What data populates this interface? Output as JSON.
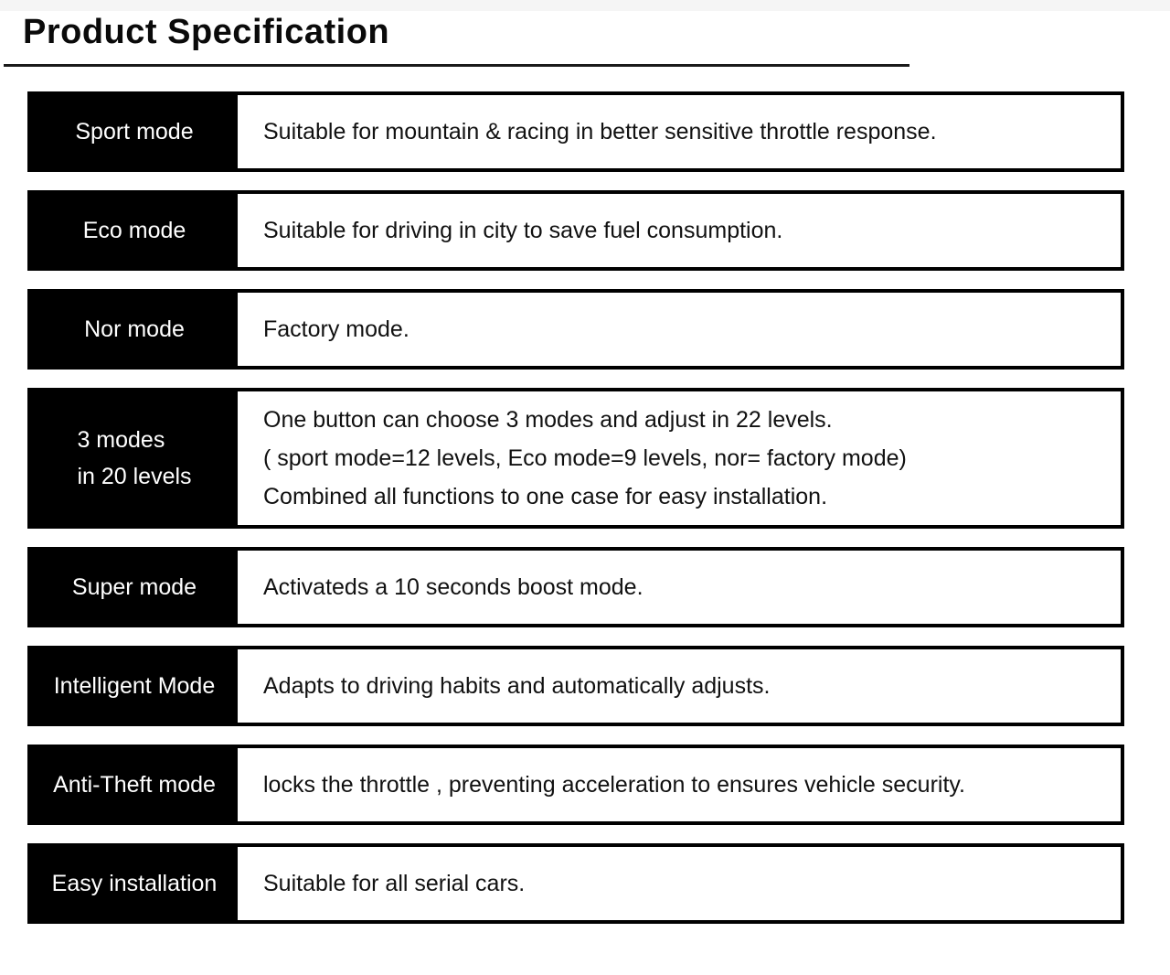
{
  "title": "Product Specification",
  "colors": {
    "label_background": "#000000",
    "label_text": "#ffffff",
    "border": "#000000",
    "body_text": "#111111",
    "page_background": "#ffffff"
  },
  "table": {
    "rows": [
      {
        "label_lines": [
          "Sport mode"
        ],
        "description_lines": [
          "Suitable for mountain & racing in better sensitive throttle response."
        ]
      },
      {
        "label_lines": [
          "Eco mode"
        ],
        "description_lines": [
          "Suitable for driving in city to save fuel consumption."
        ]
      },
      {
        "label_lines": [
          "Nor mode"
        ],
        "description_lines": [
          "Factory mode."
        ]
      },
      {
        "label_lines": [
          "3 modes",
          "in 20 levels"
        ],
        "description_lines": [
          "One button can choose 3 modes and adjust in 22 levels.",
          "( sport mode=12 levels, Eco mode=9 levels, nor= factory mode)",
          "Combined all functions to one case for easy installation."
        ]
      },
      {
        "label_lines": [
          "Super mode"
        ],
        "description_lines": [
          "Activateds a 10 seconds boost mode."
        ]
      },
      {
        "label_lines": [
          "Intelligent Mode"
        ],
        "description_lines": [
          "Adapts to driving habits and automatically adjusts."
        ]
      },
      {
        "label_lines": [
          "Anti-Theft mode"
        ],
        "description_lines": [
          "locks the throttle , preventing acceleration to ensures vehicle security."
        ]
      },
      {
        "label_lines": [
          "Easy installation"
        ],
        "description_lines": [
          "Suitable for all serial cars."
        ]
      }
    ]
  }
}
